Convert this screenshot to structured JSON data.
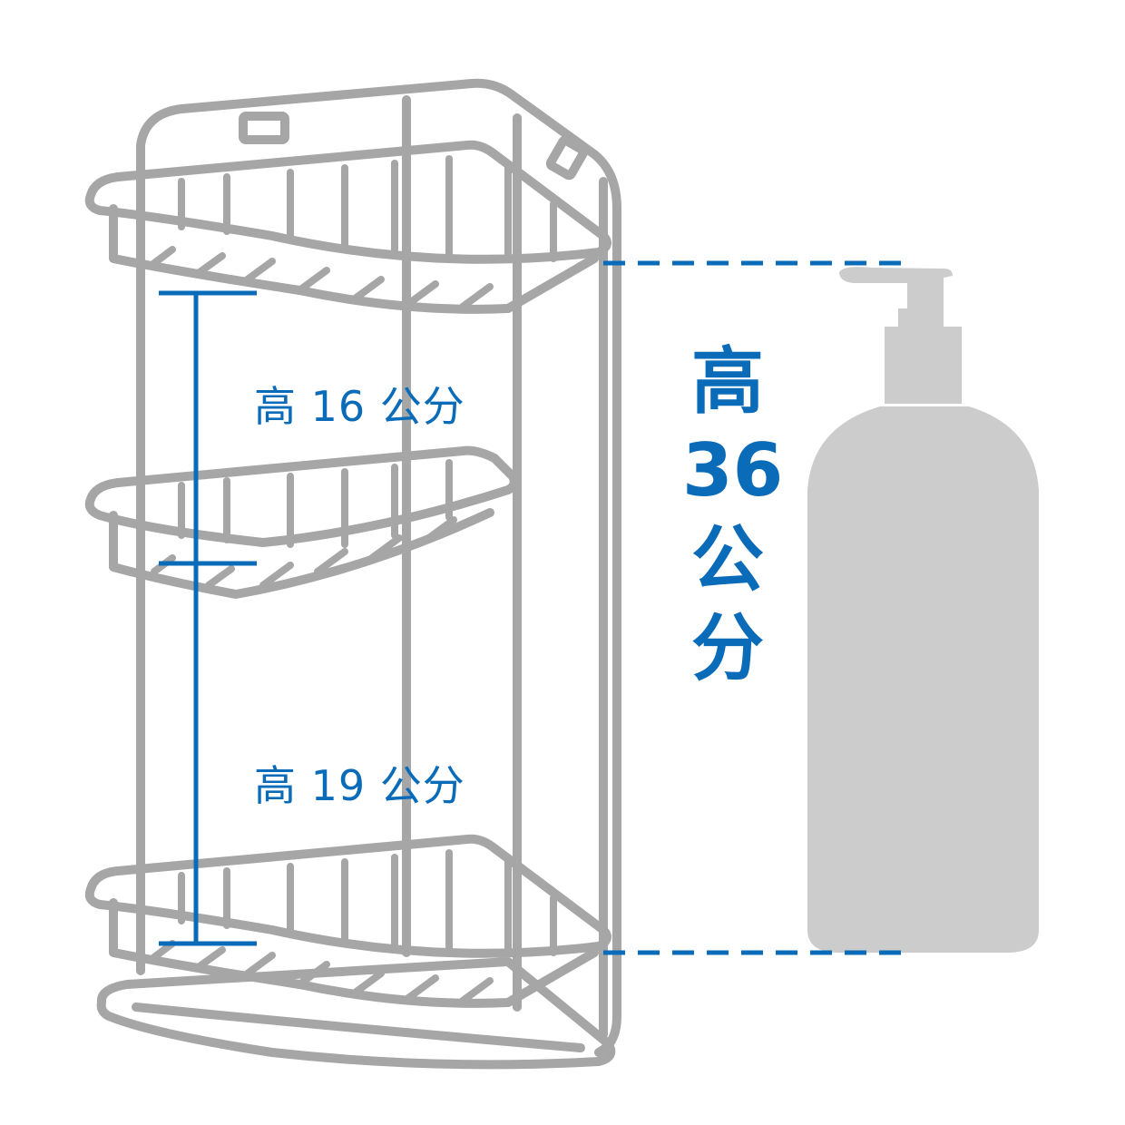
{
  "labels": {
    "upper_gap": "高 16 公分",
    "lower_gap": "高 19 公分",
    "total": [
      "高",
      "36",
      "公",
      "分"
    ]
  },
  "colors": {
    "accent": "#0a6bb8",
    "rack": "#a6a6a6",
    "bottle": "#cccccc"
  },
  "icons": {
    "rack": "corner-shelf-rack-illustration",
    "bottle": "pump-bottle-silhouette"
  }
}
